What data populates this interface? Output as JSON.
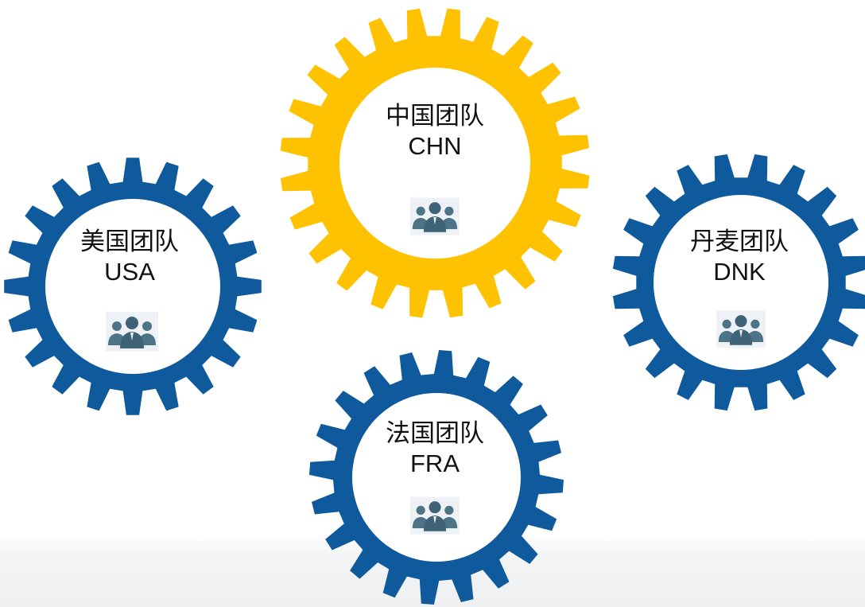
{
  "teams": [
    {
      "id": "usa",
      "zh": "美国团队",
      "en": "USA",
      "color": "#0e5a9c",
      "icon": "people-group-icon"
    },
    {
      "id": "chn",
      "zh": "中国团队",
      "en": "CHN",
      "color": "#ffc200",
      "icon": "people-group-icon"
    },
    {
      "id": "dnk",
      "zh": "丹麦团队",
      "en": "DNK",
      "color": "#0e5a9c",
      "icon": "people-group-icon"
    },
    {
      "id": "fra",
      "zh": "法国团队",
      "en": "FRA",
      "color": "#0e5a9c",
      "icon": "people-group-icon"
    }
  ]
}
